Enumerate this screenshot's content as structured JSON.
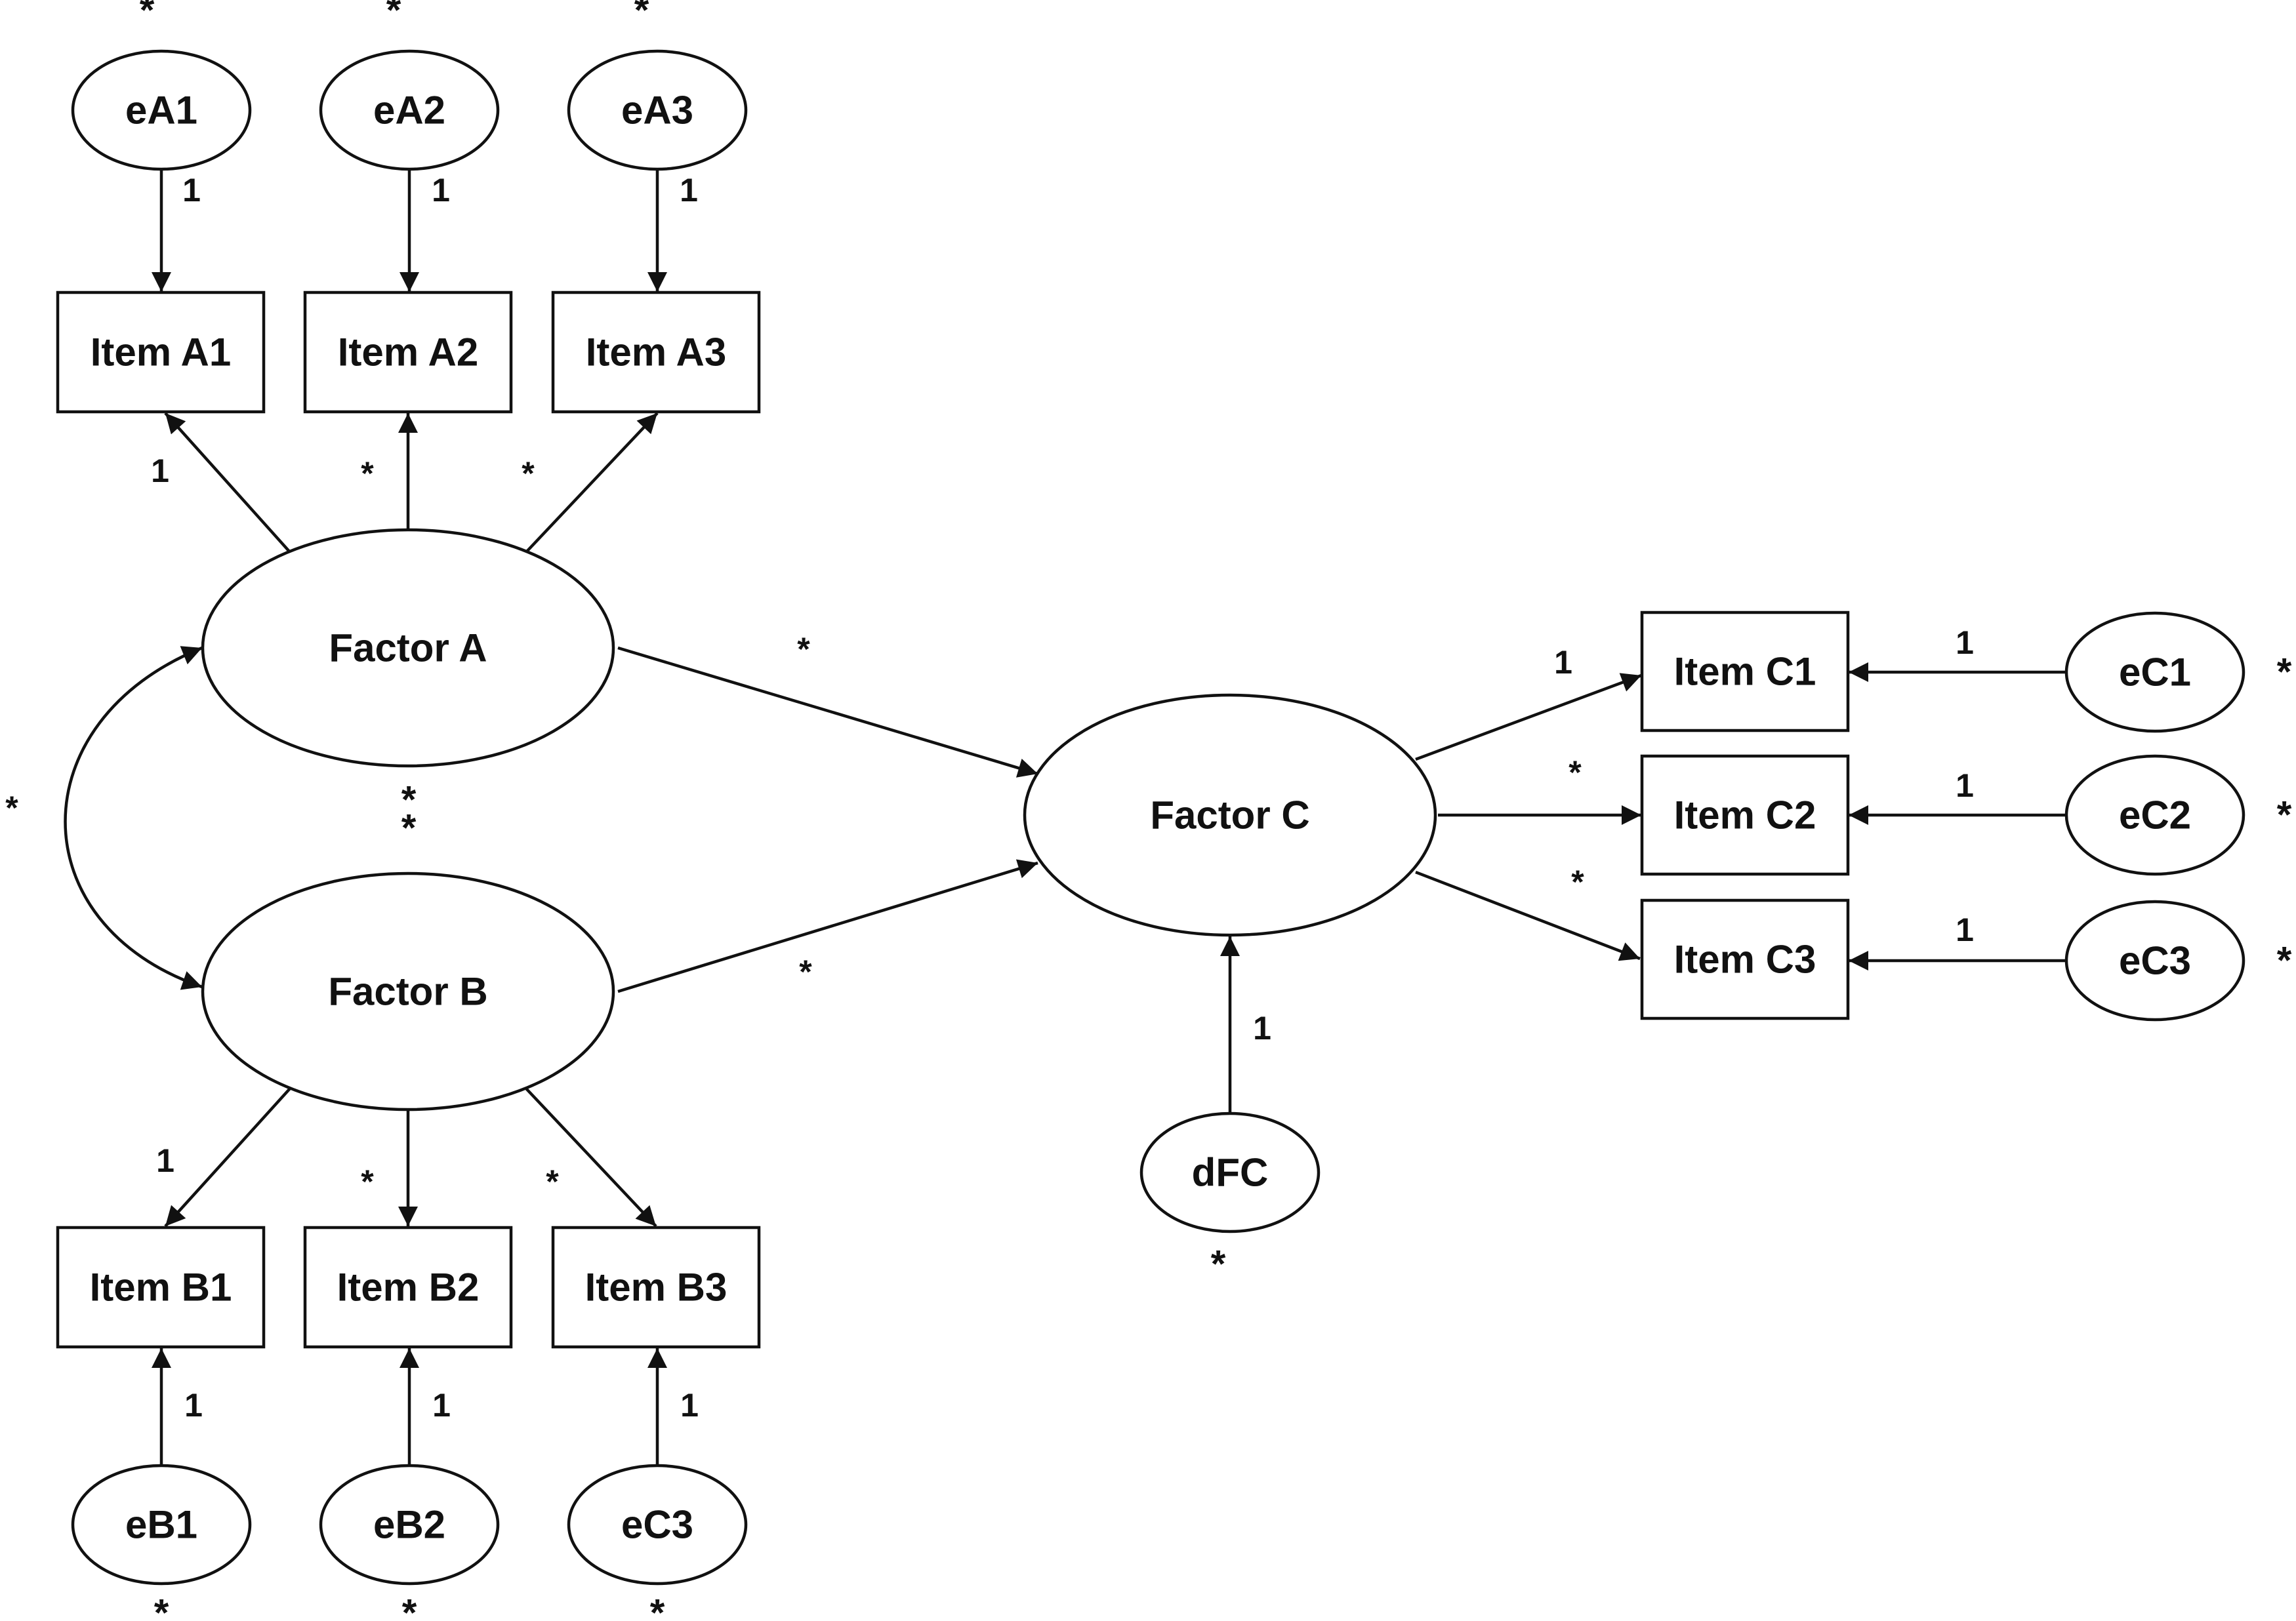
{
  "nodes": {
    "eA1": "eA1",
    "eA2": "eA2",
    "eA3": "eA3",
    "itemA1": "Item A1",
    "itemA2": "Item A2",
    "itemA3": "Item A3",
    "factorA": "Factor A",
    "factorB": "Factor B",
    "factorC": "Factor C",
    "itemB1": "Item B1",
    "itemB2": "Item B2",
    "itemB3": "Item B3",
    "eB1": "eB1",
    "eB2": "eB2",
    "eB3": "eC3",
    "itemC1": "Item C1",
    "itemC2": "Item C2",
    "itemC3": "Item C3",
    "eC1": "eC1",
    "eC2": "eC2",
    "eC3": "eC3",
    "dFC": "dFC"
  },
  "path_labels": {
    "eA1_itemA1": "1",
    "eA2_itemA2": "1",
    "eA3_itemA3": "1",
    "factorA_itemA1": "1",
    "factorA_itemA2": "*",
    "factorA_itemA3": "*",
    "factorB_itemB1": "1",
    "factorB_itemB2": "*",
    "factorB_itemB3": "*",
    "eB1_itemB1": "1",
    "eB2_itemB2": "1",
    "eB3_itemB3": "1",
    "factorA_factorC": "*",
    "factorB_factorC": "*",
    "factorC_itemC1": "1",
    "factorC_itemC2": "*",
    "factorC_itemC3": "*",
    "eC1_itemC1": "1",
    "eC2_itemC2": "1",
    "eC3_itemC3": "1",
    "dFC_factorC": "1",
    "covariance_AB": "*"
  },
  "variances": {
    "eA1": "*",
    "eA2": "*",
    "eA3": "*",
    "eB1": "*",
    "eB2": "*",
    "eB3": "*",
    "eC1": "*",
    "eC2": "*",
    "eC3": "*",
    "dFC": "*",
    "factorA": "*",
    "factorB": "*"
  }
}
